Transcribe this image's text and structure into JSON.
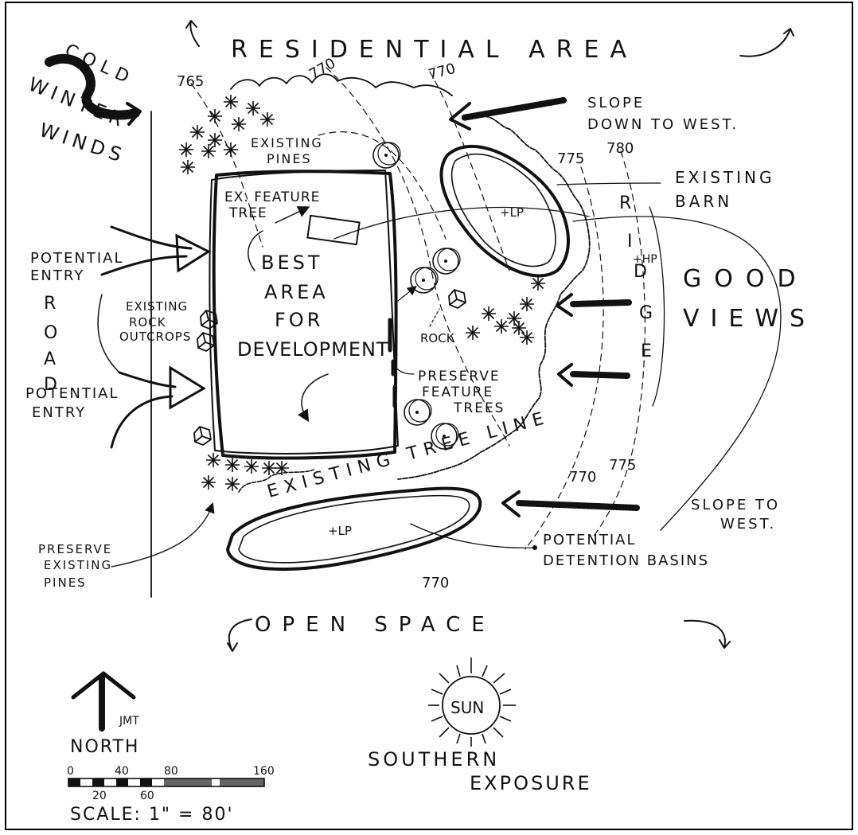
{
  "diagram": {
    "top_label": "RESIDENTIAL AREA",
    "bottom_label": "OPEN SPACE",
    "winds_label": [
      "COLD",
      "WINTER",
      "WINDS"
    ],
    "existing_pines": [
      "EXISTING",
      "PINES"
    ],
    "ex_feature_tree": [
      "EX. FEATURE",
      "TREE"
    ],
    "best_area": [
      "BEST",
      "AREA",
      "FOR",
      "DEVELOPMENT"
    ],
    "slope_down": [
      "SLOPE",
      "DOWN TO WEST."
    ],
    "existing_barn": [
      "EXISTING",
      "BARN"
    ],
    "good_views": [
      "GOOD",
      "VIEWS"
    ],
    "ridge_letters": [
      "R",
      "I",
      "D",
      "G",
      "E"
    ],
    "hp_label": "+HP",
    "lp_label": "+LP",
    "potential_entry": [
      "POTENTIAL",
      "ENTRY"
    ],
    "road_letters": [
      "R",
      "O",
      "A",
      "D"
    ],
    "existing_rock": [
      "EXISTING",
      "ROCK",
      "OUTCROPS"
    ],
    "rock_label": "ROCK",
    "preserve_feature": [
      "PRESERVE",
      "FEATURE",
      "TREES"
    ],
    "existing_tree_line": "EXISTING TREE LINE",
    "slope_to_west": [
      "SLOPE TO",
      "WEST."
    ],
    "detention": [
      "POTENTIAL",
      "DETENTION BASINS"
    ],
    "preserve_pines": [
      "PRESERVE",
      "EXISTING",
      "PINES"
    ],
    "contours": [
      "765",
      "770",
      "770",
      "775",
      "780",
      "770",
      "775",
      "770"
    ],
    "north_label": "NORTH",
    "initials": "JMT",
    "scale_ticks_top": [
      "0",
      "40",
      "80",
      "160"
    ],
    "scale_ticks_bottom": [
      "20",
      "60"
    ],
    "scale_text": "SCALE: 1\" = 80'",
    "sun_label": "SUN",
    "sun_caption": [
      "SOUTHERN",
      "EXPOSURE"
    ]
  }
}
